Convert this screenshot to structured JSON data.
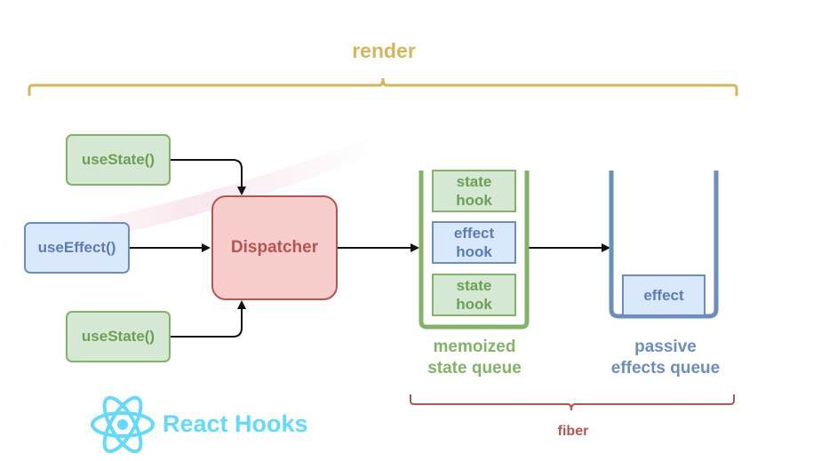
{
  "render_label": "render",
  "hooks": {
    "use_state_top": "useState()",
    "use_effect": "useEffect()",
    "use_state_bottom": "useState()"
  },
  "dispatcher": "Dispatcher",
  "state_queue": {
    "items": [
      {
        "line1": "state",
        "line2": "hook"
      },
      {
        "line1": "effect",
        "line2": "hook"
      },
      {
        "line1": "state",
        "line2": "hook"
      }
    ],
    "label_line1": "memoized",
    "label_line2": "state queue"
  },
  "effects_queue": {
    "item": "effect",
    "label_line1": "passive",
    "label_line2": "effects queue"
  },
  "fiber_label": "fiber",
  "logo_text": "React Hooks",
  "colors": {
    "render_brace": "#d6b656",
    "green": "#82b366",
    "blue": "#6c8ebf",
    "red": "#b85450",
    "react": "#61dafb",
    "fiber": "#b85450"
  },
  "icons": {
    "logo": "react-atom-icon"
  }
}
